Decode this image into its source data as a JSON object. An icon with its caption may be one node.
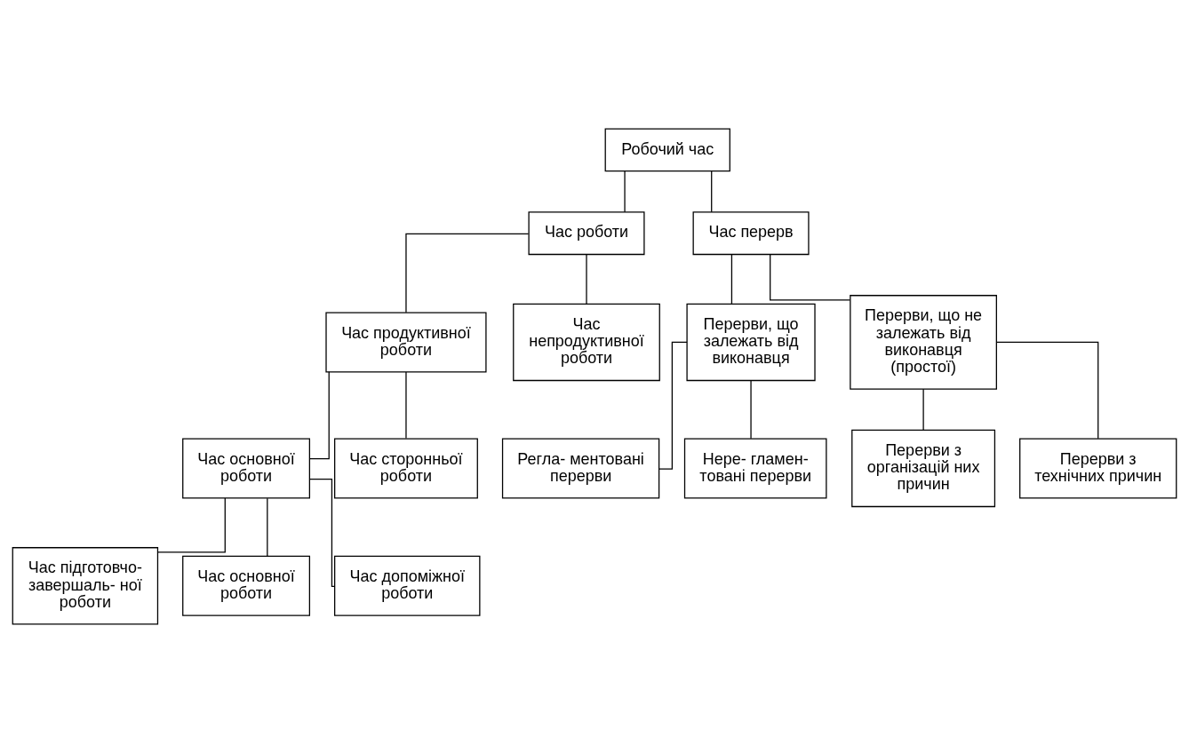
{
  "diagram": {
    "nodes": [
      {
        "text": [
          "Робочий час"
        ]
      },
      {
        "text": [
          "Час роботи"
        ]
      },
      {
        "text": [
          "Час перерв"
        ]
      },
      {
        "text": [
          "Час продуктивної роботи"
        ]
      },
      {
        "text": [
          "Час непродуктивної роботи"
        ]
      },
      {
        "text": [
          "Час основної роботи"
        ]
      },
      {
        "text": [
          "Час сторонньої роботи"
        ]
      },
      {
        "text": [
          "Час підготовчо- завершаль- ної роботи"
        ]
      },
      {
        "text": [
          "Час основної роботи"
        ]
      },
      {
        "text": [
          "Час допоміжної роботи"
        ]
      },
      {
        "text": [
          "Перерви, що залежать від виконавця"
        ]
      },
      {
        "text": [
          "Перерви, що не залежать від виконавця (простої)"
        ]
      },
      {
        "text": [
          "Регла- ментовані перерви"
        ]
      },
      {
        "text": [
          "Нере- гламен- товані перерви"
        ]
      },
      {
        "text": [
          "Перерви з організацій них причин"
        ]
      },
      {
        "text": [
          "Перерви з технічних причин"
        ]
      }
    ],
    "edges": [
      {
        "from": 0,
        "to": 1,
        "arrow": "none"
      },
      {
        "from": 0,
        "to": 2,
        "arrow": "none"
      },
      {
        "from": 1,
        "to": 3,
        "arrow": "none"
      },
      {
        "from": 1,
        "to": 4,
        "arrow": "none"
      },
      {
        "from": 3,
        "to": 5,
        "arrow": "none"
      },
      {
        "from": 3,
        "to": 6,
        "arrow": "none"
      },
      {
        "from": 5,
        "to": 7,
        "arrow": "none"
      },
      {
        "from": 5,
        "to": 8,
        "arrow": "none"
      },
      {
        "from": 5,
        "to": 9,
        "arrow": "none"
      },
      {
        "from": 2,
        "to": 10,
        "arrow": "none"
      },
      {
        "from": 2,
        "to": 11,
        "arrow": "none"
      },
      {
        "from": 10,
        "to": 12,
        "arrow": "none"
      },
      {
        "from": 10,
        "to": 13,
        "arrow": "none"
      },
      {
        "from": 11,
        "to": 14,
        "arrow": "none"
      },
      {
        "from": 11,
        "to": 15,
        "arrow": "none"
      }
    ]
  }
}
